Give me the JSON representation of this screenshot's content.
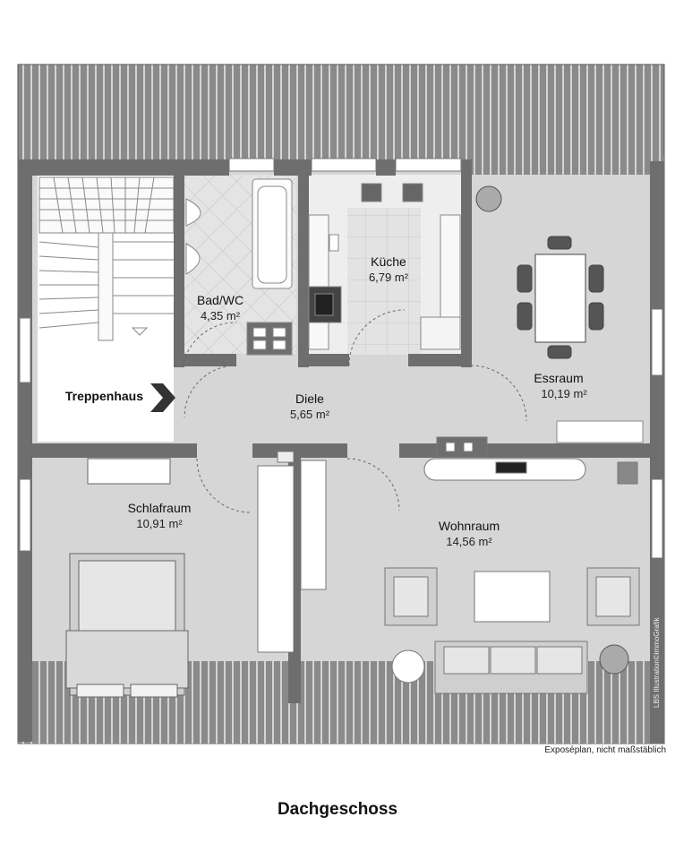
{
  "rooms": [
    {
      "id": "bad",
      "name": "Bad/WC",
      "area": "4,35 m²"
    },
    {
      "id": "kueche",
      "name": "Küche",
      "area": "6,79 m²"
    },
    {
      "id": "essraum",
      "name": "Essraum",
      "area": "10,19 m²"
    },
    {
      "id": "treppenhaus",
      "name": "Treppenhaus"
    },
    {
      "id": "diele",
      "name": "Diele",
      "area": "5,65 m²"
    },
    {
      "id": "schlafraum",
      "name": "Schlafraum",
      "area": "10,91 m²"
    },
    {
      "id": "wohnraum",
      "name": "Wohnraum",
      "area": "14,56 m²"
    }
  ],
  "credit": "LBS  Illustration©immoGrafik",
  "disclaimer": "Exposéplan, nicht maßstäblich",
  "caption": "Dachgeschoss",
  "colors": {
    "roof": "#8c8c8c",
    "roof_line": "#d8d8d8",
    "wall": "#6f6f6f",
    "floor": "#d6d6d6",
    "floor_light": "#e7e7e7",
    "stair_area": "#ffffff"
  }
}
